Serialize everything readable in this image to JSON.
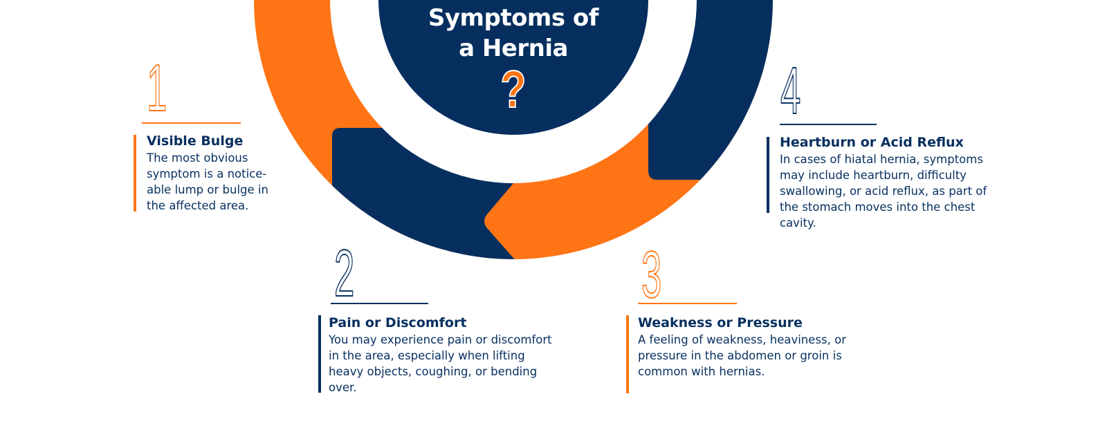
{
  "title": {
    "line1": "Symptoms of",
    "line2": "a Hernia",
    "mark": "?"
  },
  "colors": {
    "navy": "#062f5f",
    "orange": "#ff7414"
  },
  "items": [
    {
      "number": "1",
      "heading": "Visible Bulge",
      "lines": [
        "The most obvious",
        "symptom is a notice-",
        "able lump or bulge in",
        "the affected area."
      ]
    },
    {
      "number": "2",
      "heading": "Pain or Discomfort",
      "lines": [
        "You may experience pain or discomfort",
        "in the area, especially when lifting",
        "heavy objects, coughing, or bending",
        "over."
      ]
    },
    {
      "number": "3",
      "heading": "Weakness or Pressure",
      "lines": [
        "A feeling of weakness, heaviness, or",
        "pressure in the abdomen or groin is",
        "common with hernias."
      ]
    },
    {
      "number": "4",
      "heading": "Heartburn or Acid Reflux",
      "lines": [
        "In cases of hiatal hernia, symptoms",
        "may include heartburn, difficulty",
        "swallowing, or acid reflux, as part of",
        "the stomach moves into the chest",
        "cavity."
      ]
    }
  ]
}
